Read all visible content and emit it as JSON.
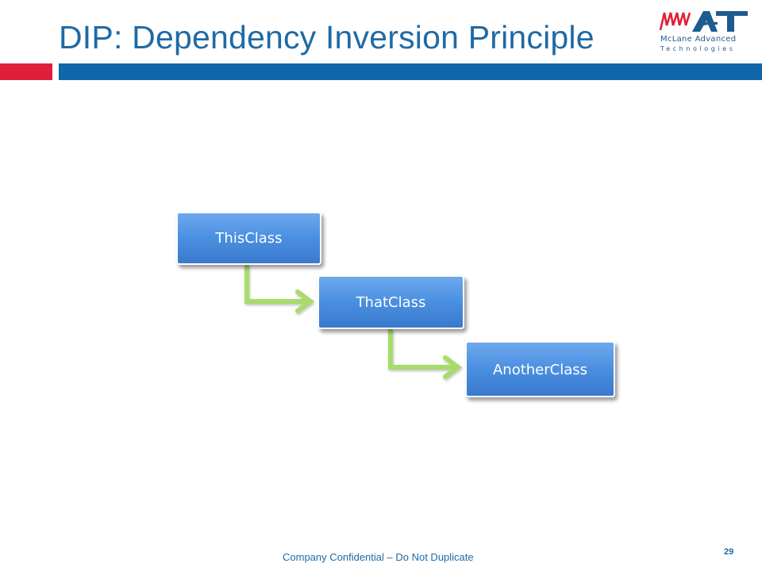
{
  "slide": {
    "title": "DIP: Dependency Inversion Principle",
    "footer": "Company Confidential – Do Not Duplicate",
    "page_number": "29"
  },
  "logo": {
    "mark": "AT",
    "company_name": "McLane Advanced",
    "company_sub": "Technologies"
  },
  "diagram": {
    "boxes": [
      {
        "label": "ThisClass"
      },
      {
        "label": "ThatClass"
      },
      {
        "label": "AnotherClass"
      }
    ]
  },
  "colors": {
    "title": "#1f6aa5",
    "accent_red": "#e0203a",
    "accent_blue": "#0f66a8",
    "box_fill": "#4a8fe0",
    "connector": "#a8dc6a"
  }
}
